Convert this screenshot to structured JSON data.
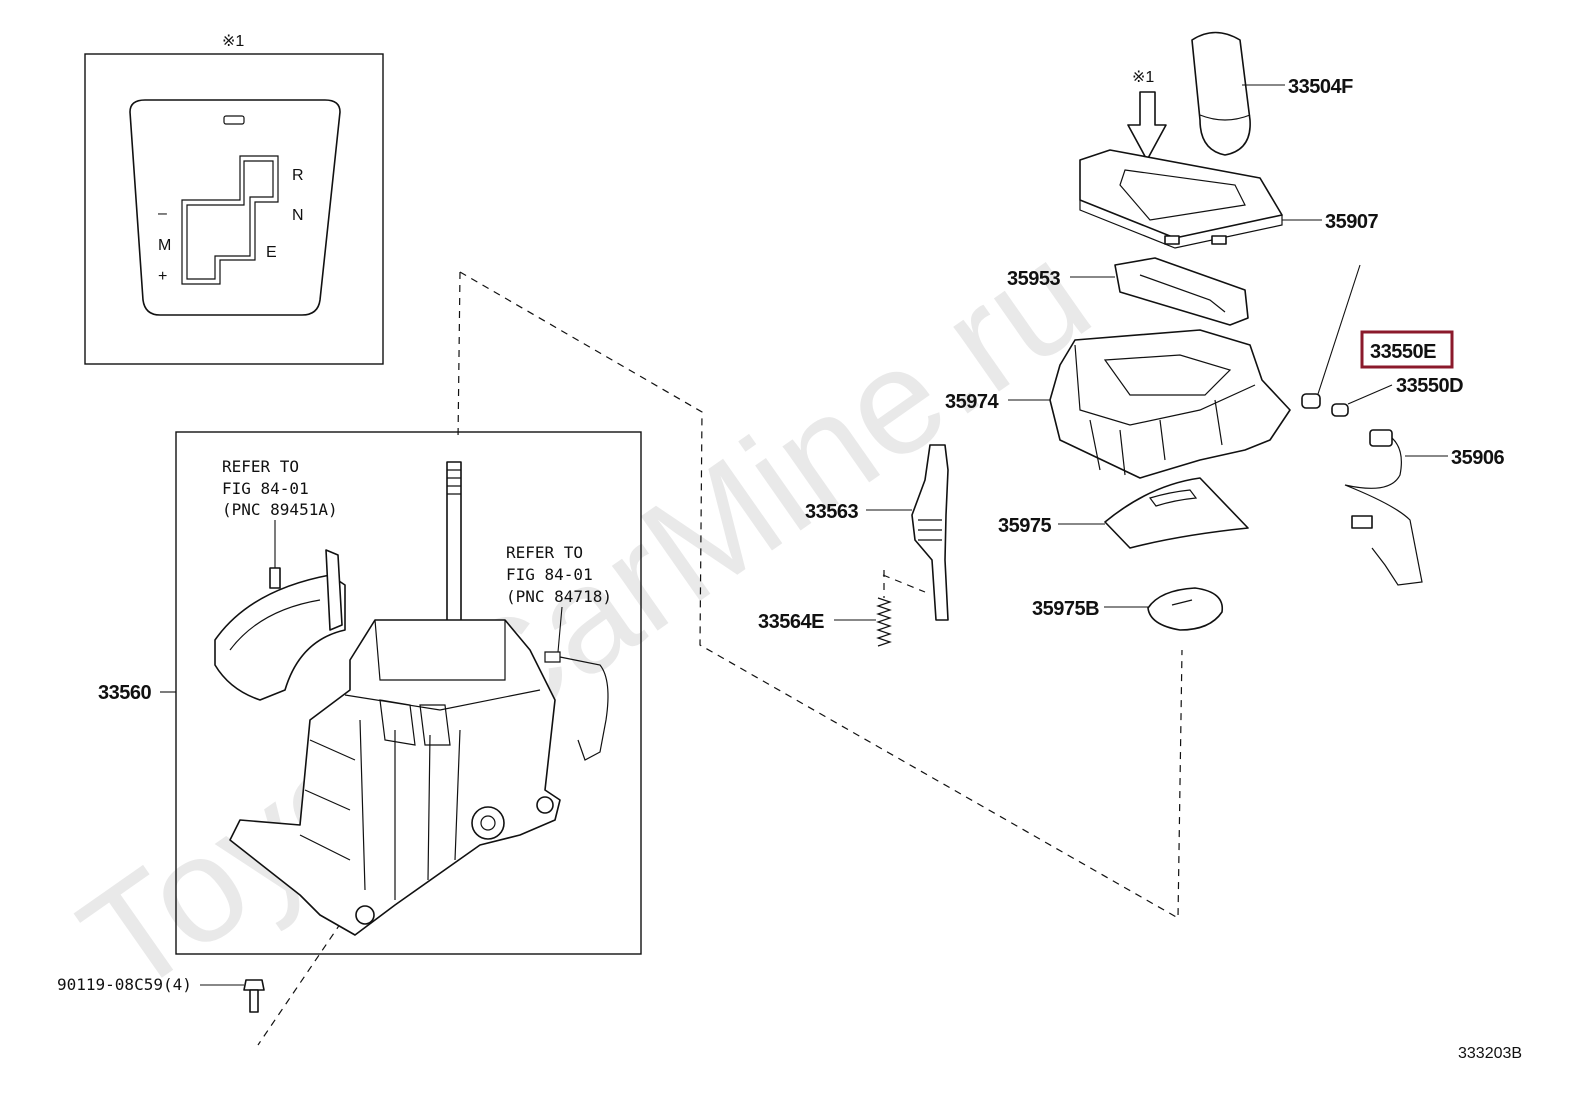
{
  "watermark": "ToyotaCarMine.ru",
  "diagram_id": "333203B",
  "detail_marker": "※1",
  "gate_plate": {
    "positions": [
      "R",
      "N",
      "E",
      "–",
      "M",
      "+"
    ]
  },
  "callouts": {
    "knob": "33504F",
    "housing_cover": "35907",
    "indicator_plate": "35953",
    "position_indicator_housing": "35974",
    "bulb_socket_highlighted": "33550E",
    "bulb": "33550D",
    "wire": "35906",
    "slide_cover": "35975",
    "slide_cover_sub": "35975B",
    "lock_rod": "33563",
    "spring": "33564E",
    "shift_lever_assy": "33560",
    "bolt": "90119-08C59(4)"
  },
  "references": [
    {
      "line1": "REFER TO",
      "line2": "FIG 84-01",
      "line3": "(PNC 89451A)"
    },
    {
      "line1": "REFER TO",
      "line2": "FIG 84-01",
      "line3": "(PNC 84718)"
    }
  ],
  "highlight_color": "#8b1a2b"
}
